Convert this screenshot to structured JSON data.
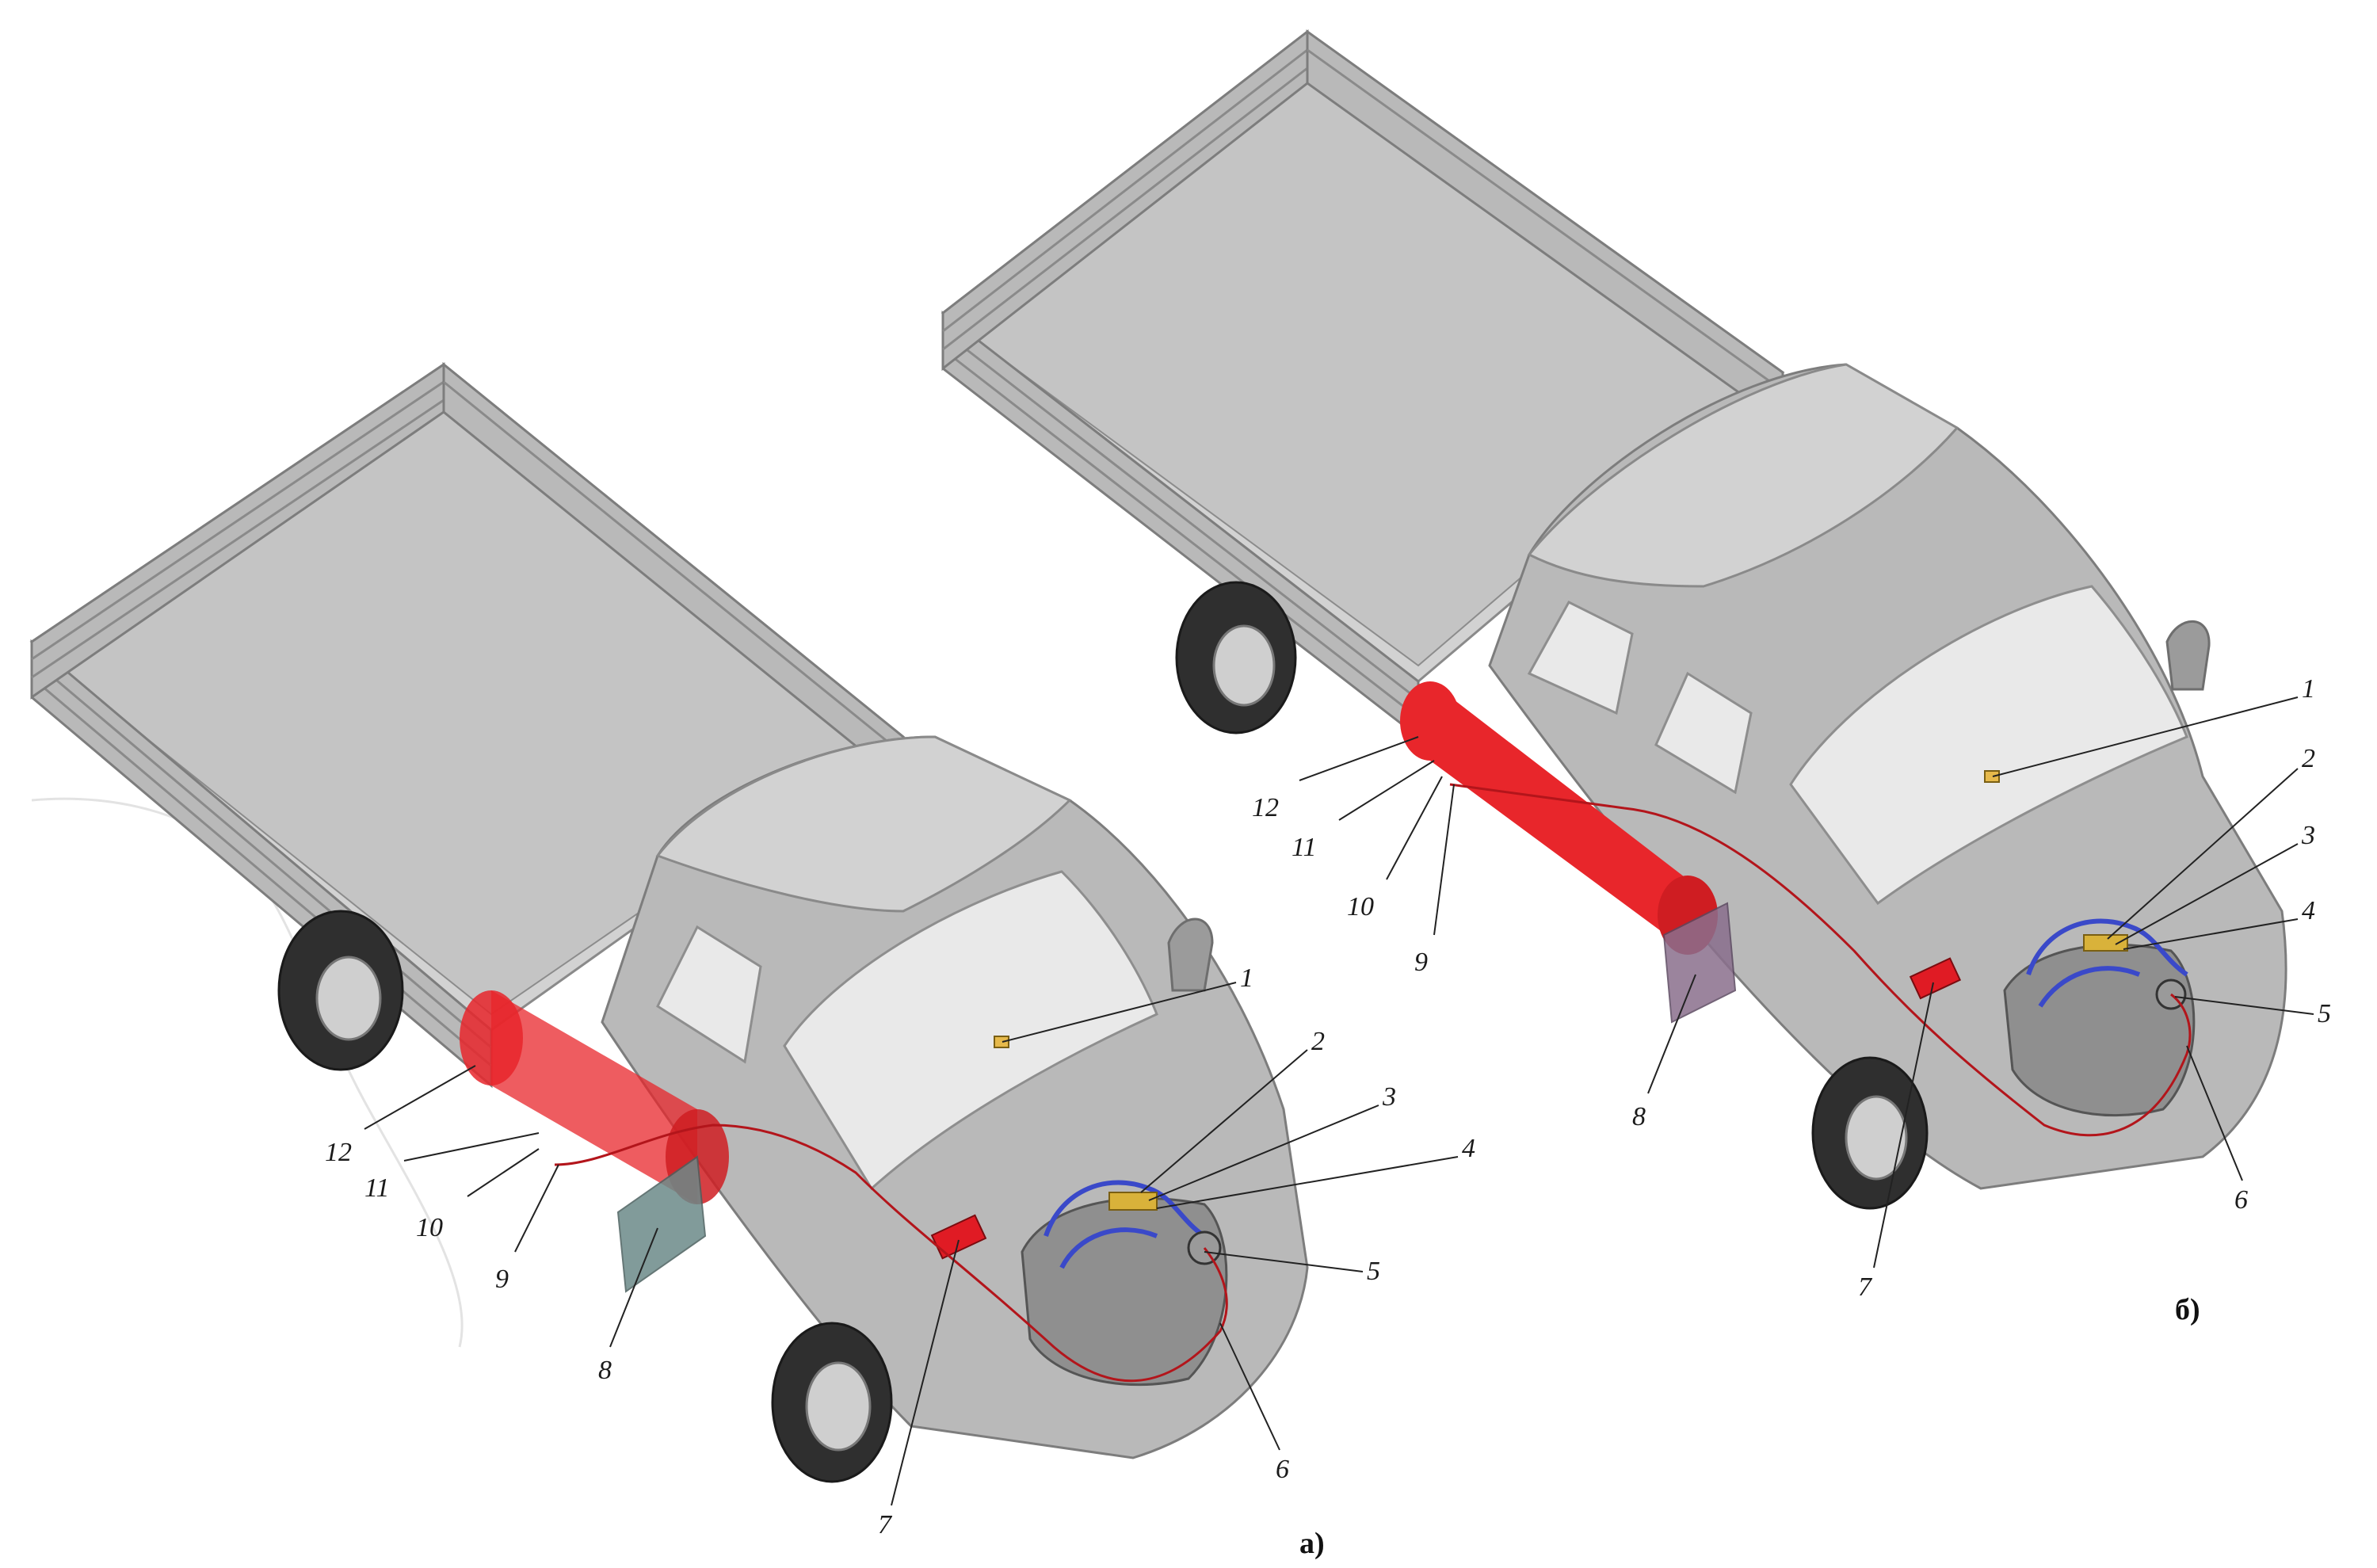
{
  "colors": {
    "background": "#ffffff",
    "vehicle_body": "#b9b9b9",
    "gas_cylinder": "#e8262b",
    "gas_line": "#b3151b",
    "ecu_unit": "#e01b24",
    "hoses": "#3a49c9",
    "callout_text": "#1a1a1a"
  },
  "variant_a": {
    "caption": "а)",
    "callouts": {
      "n1": "1",
      "n2": "2",
      "n3": "3",
      "n4": "4",
      "n5": "5",
      "n6": "6",
      "n7": "7",
      "n8": "8",
      "n9": "9",
      "n10": "10",
      "n11": "11",
      "n12": "12"
    }
  },
  "variant_b": {
    "caption": "б)",
    "callouts": {
      "n1": "1",
      "n2": "2",
      "n3": "3",
      "n4": "4",
      "n5": "5",
      "n6": "6",
      "n7": "7",
      "n8": "8",
      "n9": "9",
      "n10": "10",
      "n11": "11",
      "n12": "12"
    }
  }
}
